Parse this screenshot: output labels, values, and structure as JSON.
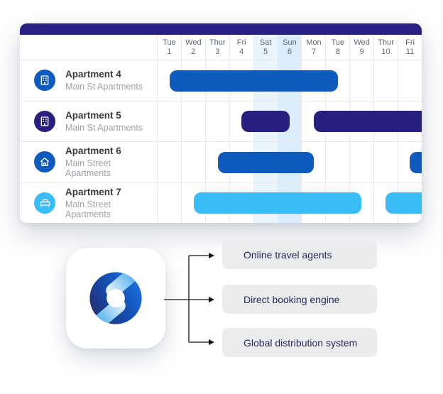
{
  "calendar": {
    "header_color": "#2A2185",
    "weekend": {
      "sat": "#E9F4FC",
      "sun": "#DBEDFA"
    },
    "days": [
      {
        "name": "Tue",
        "num": "1"
      },
      {
        "name": "Wed",
        "num": "2"
      },
      {
        "name": "Thur",
        "num": "3"
      },
      {
        "name": "Fri",
        "num": "4"
      },
      {
        "name": "Sat",
        "num": "5"
      },
      {
        "name": "Sun",
        "num": "6"
      },
      {
        "name": "Mon",
        "num": "7"
      },
      {
        "name": "Tue",
        "num": "8"
      },
      {
        "name": "Wed",
        "num": "9"
      },
      {
        "name": "Thur",
        "num": "10"
      },
      {
        "name": "Fri",
        "num": "11"
      }
    ],
    "rows": [
      {
        "title": "Apartment 4",
        "subtitle": "Main St Apartments",
        "icon": "building",
        "icon_color": "#0F5ABD",
        "bars": [
          {
            "start": 0.5,
            "end": 7.5,
            "color": "#0F5ABD"
          }
        ]
      },
      {
        "title": "Apartment 5",
        "subtitle": "Main St Apartments",
        "icon": "building",
        "icon_color": "#27207E",
        "bars": [
          {
            "start": 3.5,
            "end": 5.5,
            "color": "#27207E"
          },
          {
            "start": 6.5,
            "end": 11.6,
            "color": "#27207E"
          }
        ]
      },
      {
        "title": "Apartment 6",
        "subtitle": "Main Street Apartments",
        "icon": "home",
        "icon_color": "#0F5ABD",
        "bars": [
          {
            "start": 2.5,
            "end": 6.5,
            "color": "#0F5ABD"
          },
          {
            "start": 10.5,
            "end": 11.6,
            "color": "#0F5ABD"
          }
        ]
      },
      {
        "title": "Apartment 7",
        "subtitle": "Main Street Apartments",
        "icon": "bed",
        "icon_color": "#38BDF8",
        "bars": [
          {
            "start": 1.5,
            "end": 8.5,
            "color": "#38BDF8"
          },
          {
            "start": 9.5,
            "end": 11.6,
            "color": "#38BDF8"
          }
        ]
      }
    ]
  },
  "channels": {
    "items": [
      {
        "label": "Online travel agents"
      },
      {
        "label": "Direct booking engine"
      },
      {
        "label": "Global distribution system"
      }
    ]
  },
  "brand": {
    "blue": "#0F5ABD",
    "navy": "#2A2185",
    "sky": "#38BDF8"
  }
}
